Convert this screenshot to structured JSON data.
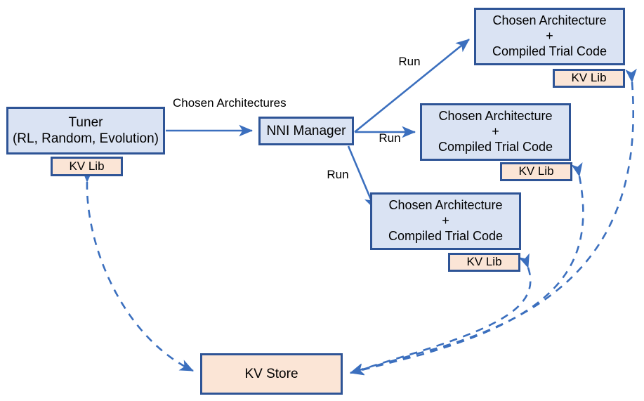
{
  "diagram": {
    "title": "NNI Manager trial distribution with KV Store",
    "colors": {
      "box_blue_fill": "#dae3f3",
      "box_peach_fill": "#fbe5d6",
      "box_border": "#2e5496",
      "arrow_solid": "#3b6fbe",
      "arrow_dashed": "#3b6fbe",
      "background": "#ffffff",
      "text": "#000000"
    },
    "nodes": {
      "tuner": {
        "line1": "Tuner",
        "line2": "(RL, Random, Evolution)"
      },
      "tuner_kvlib": {
        "label": "KV Lib"
      },
      "nni_manager": {
        "label": "NNI Manager"
      },
      "trial1": {
        "line1": "Chosen Architecture",
        "line2": "+",
        "line3": "Compiled Trial Code"
      },
      "trial1_kvlib": {
        "label": "KV Lib"
      },
      "trial2": {
        "line1": "Chosen Architecture",
        "line2": "+",
        "line3": "Compiled Trial Code"
      },
      "trial2_kvlib": {
        "label": "KV Lib"
      },
      "trial3": {
        "line1": "Chosen Architecture",
        "line2": "+",
        "line3": "Compiled Trial Code"
      },
      "trial3_kvlib": {
        "label": "KV Lib"
      },
      "kv_store": {
        "label": "KV Store"
      }
    },
    "edge_labels": {
      "chosen_architectures_line1": "Chosen",
      "chosen_architectures_line2": "Architectures",
      "run_top": "Run",
      "run_middle": "Run",
      "run_bottom": "Run"
    },
    "edges": [
      {
        "name": "tuner-to-nni-manager",
        "from": "tuner",
        "to": "nni_manager",
        "style": "solid",
        "label": "Chosen Architectures",
        "arrowheads": "end"
      },
      {
        "name": "nni-to-trial1",
        "from": "nni_manager",
        "to": "trial1",
        "style": "solid",
        "label": "Run",
        "arrowheads": "end"
      },
      {
        "name": "nni-to-trial2",
        "from": "nni_manager",
        "to": "trial2",
        "style": "solid",
        "label": "Run",
        "arrowheads": "end"
      },
      {
        "name": "nni-to-trial3",
        "from": "nni_manager",
        "to": "trial3",
        "style": "solid",
        "label": "Run",
        "arrowheads": "end"
      },
      {
        "name": "tuner-kvlib-to-kv-store",
        "from": "tuner_kvlib",
        "to": "kv_store",
        "style": "dashed",
        "label": "",
        "arrowheads": "both"
      },
      {
        "name": "trial1-kvlib-to-kv-store",
        "from": "trial1_kvlib",
        "to": "kv_store",
        "style": "dashed",
        "label": "",
        "arrowheads": "both"
      },
      {
        "name": "trial2-kvlib-to-kv-store",
        "from": "trial2_kvlib",
        "to": "kv_store",
        "style": "dashed",
        "label": "",
        "arrowheads": "both"
      },
      {
        "name": "trial3-kvlib-to-kv-store",
        "from": "trial3_kvlib",
        "to": "kv_store",
        "style": "dashed",
        "label": "",
        "arrowheads": "both"
      }
    ]
  }
}
